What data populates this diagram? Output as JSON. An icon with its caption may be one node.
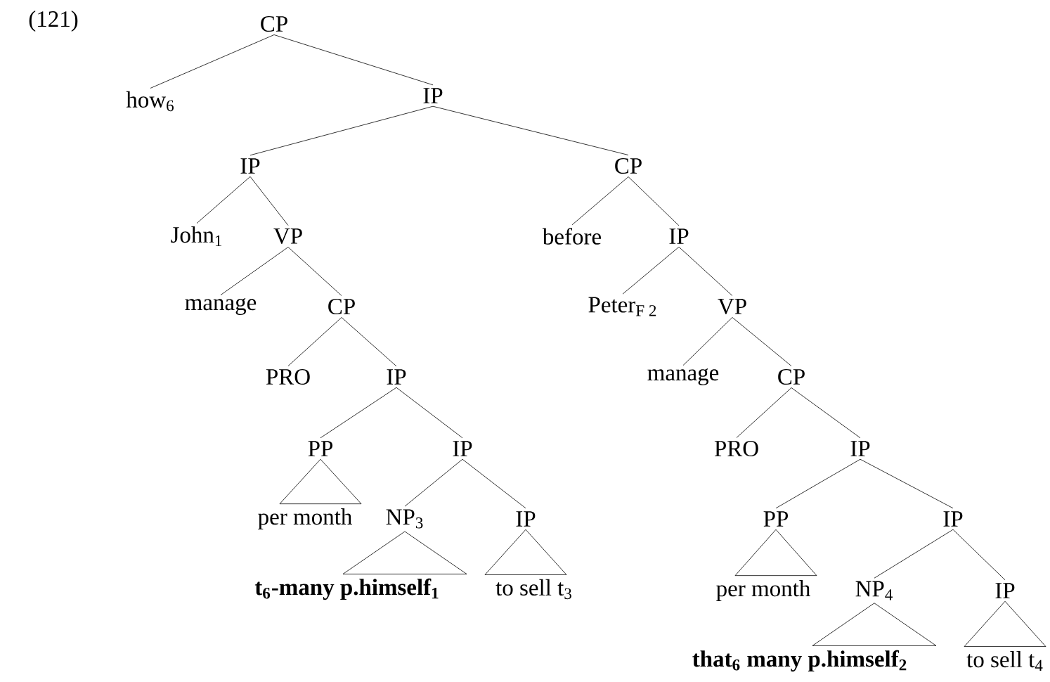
{
  "diagram": {
    "nodes": [
      {
        "text": [
          "CP"
        ]
      },
      {
        "text": [
          "how$_{6}$"
        ]
      },
      {
        "text": [
          "IP"
        ]
      },
      {
        "text": [
          "IP"
        ]
      },
      {
        "text": [
          "John$_{1}$"
        ]
      },
      {
        "text": [
          "VP"
        ]
      },
      {
        "text": [
          "manage"
        ]
      },
      {
        "text": [
          "CP"
        ]
      },
      {
        "text": [
          "PRO"
        ]
      },
      {
        "text": [
          "IP"
        ]
      },
      {
        "text": [
          "PP"
        ]
      },
      {
        "text": [
          "IP"
        ]
      },
      {
        "text": [
          "per month"
        ]
      },
      {
        "text": [
          "NP$_{3}$"
        ]
      },
      {
        "text": [
          "IP"
        ]
      },
      {
        "text": [
          "t$_{6}$-many p.himself$_{1}$"
        ]
      },
      {
        "text": [
          "to sell t$_{3}$"
        ]
      },
      {
        "text": [
          "CP"
        ]
      },
      {
        "text": [
          "before"
        ]
      },
      {
        "text": [
          "IP"
        ]
      },
      {
        "text": [
          "Peter$_{F 2}$"
        ]
      },
      {
        "text": [
          "VP"
        ]
      },
      {
        "text": [
          "manage"
        ]
      },
      {
        "text": [
          "CP"
        ]
      },
      {
        "text": [
          "PRO"
        ]
      },
      {
        "text": [
          "IP"
        ]
      },
      {
        "text": [
          "PP"
        ]
      },
      {
        "text": [
          "IP"
        ]
      },
      {
        "text": [
          "per month"
        ]
      },
      {
        "text": [
          "NP$_{4}$"
        ]
      },
      {
        "text": [
          "IP"
        ]
      },
      {
        "text": [
          "that$_{6}$ many p.himself$_{2}$"
        ]
      },
      {
        "text": [
          "to sell t$_{4}$"
        ]
      }
    ],
    "edges": [
      {
        "from": 0,
        "to": 1,
        "arrow": "none"
      },
      {
        "from": 0,
        "to": 2,
        "arrow": "none"
      },
      {
        "from": 2,
        "to": 3,
        "arrow": "none"
      },
      {
        "from": 2,
        "to": 17,
        "arrow": "none"
      },
      {
        "from": 3,
        "to": 4,
        "arrow": "none"
      },
      {
        "from": 3,
        "to": 5,
        "arrow": "none"
      },
      {
        "from": 5,
        "to": 6,
        "arrow": "none"
      },
      {
        "from": 5,
        "to": 7,
        "arrow": "none"
      },
      {
        "from": 7,
        "to": 8,
        "arrow": "none"
      },
      {
        "from": 7,
        "to": 9,
        "arrow": "none"
      },
      {
        "from": 9,
        "to": 10,
        "arrow": "none"
      },
      {
        "from": 9,
        "to": 11,
        "arrow": "none"
      },
      {
        "from": 10,
        "to": 12,
        "arrow": "none"
      },
      {
        "from": 11,
        "to": 13,
        "arrow": "none"
      },
      {
        "from": 11,
        "to": 14,
        "arrow": "none"
      },
      {
        "from": 13,
        "to": 15,
        "arrow": "none"
      },
      {
        "from": 14,
        "to": 16,
        "arrow": "none"
      },
      {
        "from": 17,
        "to": 18,
        "arrow": "none"
      },
      {
        "from": 17,
        "to": 19,
        "arrow": "none"
      },
      {
        "from": 19,
        "to": 20,
        "arrow": "none"
      },
      {
        "from": 19,
        "to": 21,
        "arrow": "none"
      },
      {
        "from": 21,
        "to": 22,
        "arrow": "none"
      },
      {
        "from": 21,
        "to": 23,
        "arrow": "none"
      },
      {
        "from": 23,
        "to": 24,
        "arrow": "none"
      },
      {
        "from": 23,
        "to": 25,
        "arrow": "none"
      },
      {
        "from": 25,
        "to": 26,
        "arrow": "none"
      },
      {
        "from": 25,
        "to": 27,
        "arrow": "none"
      },
      {
        "from": 26,
        "to": 28,
        "arrow": "none"
      },
      {
        "from": 27,
        "to": 29,
        "arrow": "none"
      },
      {
        "from": 27,
        "to": 30,
        "arrow": "none"
      },
      {
        "from": 29,
        "to": 31,
        "arrow": "none"
      },
      {
        "from": 30,
        "to": 32,
        "arrow": "none"
      }
    ],
    "labels": [
      "(121)"
    ]
  }
}
